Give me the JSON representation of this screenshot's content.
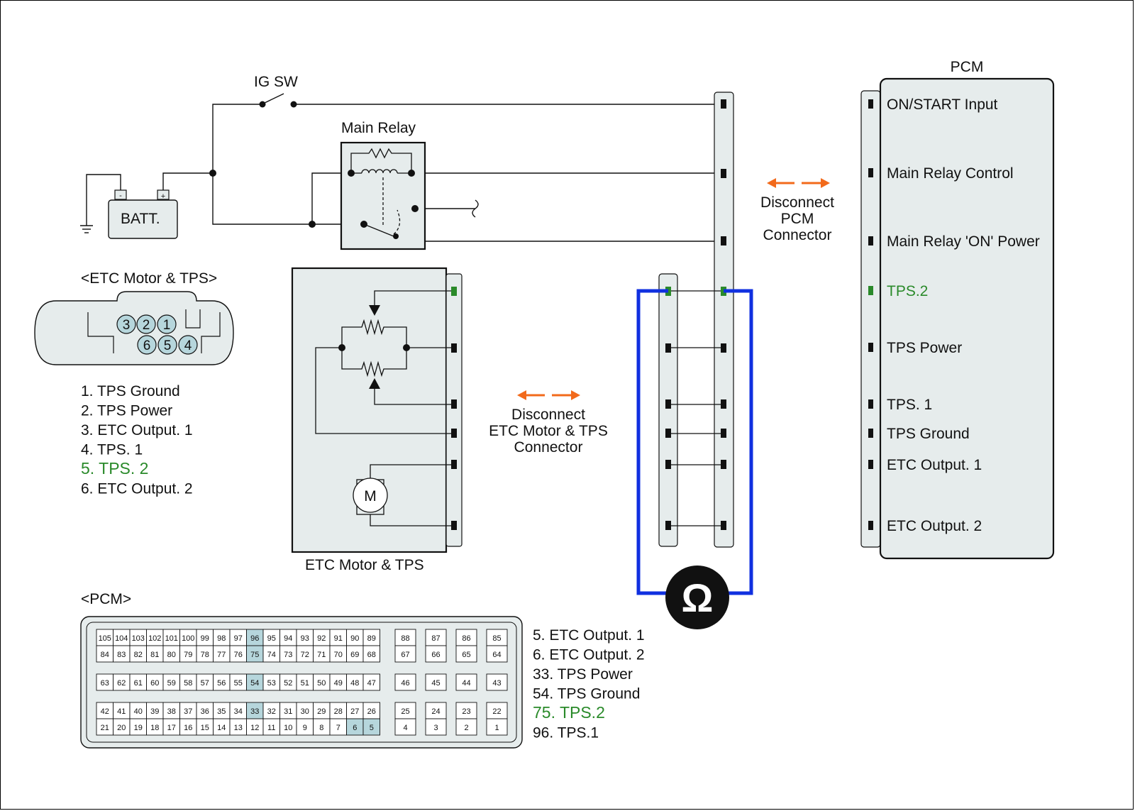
{
  "colors": {
    "accent_green": "#2a8a2a",
    "meter_wire_blue": "#1030e0",
    "arrow_orange": "#f26a1b",
    "connector_fill": "#e6ecec",
    "highlight_pin_fill": "#b6d6dc"
  },
  "ig_switch": {
    "label": "IG SW"
  },
  "main_relay": {
    "label": "Main Relay"
  },
  "battery": {
    "label": "BATT.",
    "neg": "-",
    "pos": "+"
  },
  "etc_connector": {
    "title": "<ETC Motor & TPS>",
    "pins": [
      "3",
      "2",
      "1",
      "6",
      "5",
      "4"
    ],
    "legend": [
      "1. TPS Ground",
      "2. TPS Power",
      "3. ETC Output. 1",
      "4. TPS. 1",
      "5. TPS. 2",
      "6. ETC Output. 2"
    ],
    "highlight_index": 4
  },
  "etc_module": {
    "label": "ETC Motor & TPS",
    "motor": "M"
  },
  "disconnect_etc": {
    "line1": "Disconnect",
    "line2": "ETC Motor & TPS",
    "line3": "Connector"
  },
  "disconnect_pcm": {
    "line1": "Disconnect",
    "line2": "PCM",
    "line3": "Connector"
  },
  "meter": {
    "symbol": "Ω"
  },
  "pcm": {
    "title": "PCM",
    "terminals": [
      "ON/START Input",
      "Main Relay Control",
      "Main Relay 'ON' Power",
      "TPS.2",
      "TPS Power",
      "TPS. 1",
      "TPS Ground",
      "ETC Output. 1",
      "ETC Output. 2"
    ],
    "highlight_index": 3
  },
  "pcm_connector": {
    "title": "<PCM>",
    "row1": [
      "105",
      "104",
      "103",
      "102",
      "101",
      "100",
      "99",
      "98",
      "97",
      "96",
      "95",
      "94",
      "93",
      "92",
      "91",
      "90",
      "89"
    ],
    "row2": [
      "84",
      "83",
      "82",
      "81",
      "80",
      "79",
      "78",
      "77",
      "76",
      "75",
      "74",
      "73",
      "72",
      "71",
      "70",
      "69",
      "68"
    ],
    "row3": [
      "63",
      "62",
      "61",
      "60",
      "59",
      "58",
      "57",
      "56",
      "55",
      "54",
      "53",
      "52",
      "51",
      "50",
      "49",
      "48",
      "47"
    ],
    "row4": [
      "42",
      "41",
      "40",
      "39",
      "38",
      "37",
      "36",
      "35",
      "34",
      "33",
      "32",
      "31",
      "30",
      "29",
      "28",
      "27",
      "26"
    ],
    "row5": [
      "21",
      "20",
      "19",
      "18",
      "17",
      "16",
      "15",
      "14",
      "13",
      "12",
      "11",
      "10",
      "9",
      "8",
      "7",
      "6",
      "5"
    ],
    "right_row1": [
      "88",
      "87",
      "86",
      "85"
    ],
    "right_row2": [
      "67",
      "66",
      "65",
      "64"
    ],
    "right_row3": [
      "46",
      "45",
      "44",
      "43"
    ],
    "right_row4": [
      "25",
      "24",
      "23",
      "22"
    ],
    "right_row5": [
      "4",
      "3",
      "2",
      "1"
    ],
    "highlighted": [
      "96",
      "75",
      "54",
      "33",
      "6",
      "5"
    ],
    "legend": [
      "5. ETC Output. 1",
      "6. ETC Output. 2",
      "33. TPS Power",
      "54. TPS Ground",
      "75. TPS.2",
      "96. TPS.1"
    ],
    "legend_highlight_index": 4
  }
}
